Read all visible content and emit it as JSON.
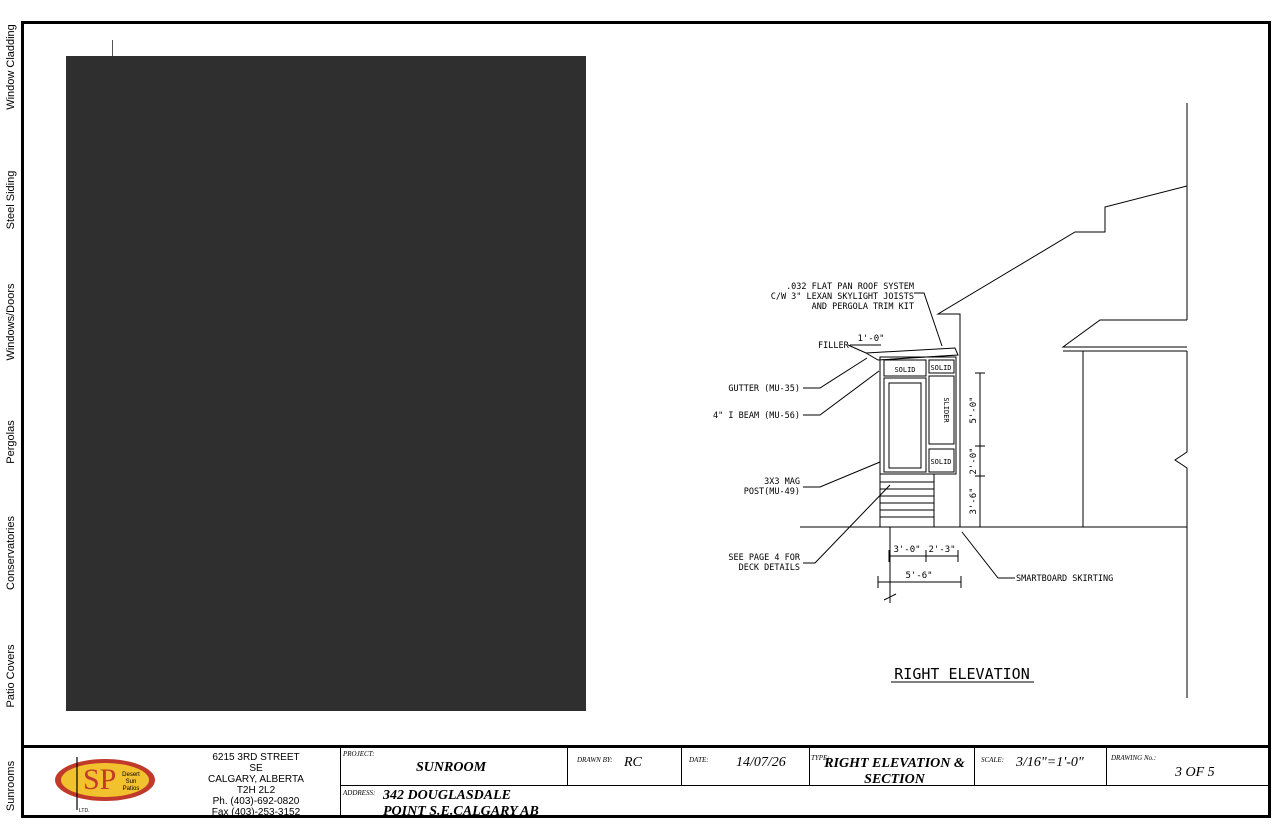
{
  "side_tabs": [
    {
      "label": "Window Cladding"
    },
    {
      "label": "Steel Siding"
    },
    {
      "label": "Windows/Doors"
    },
    {
      "label": "Pergolas"
    },
    {
      "label": "Conservatories"
    },
    {
      "label": "Patio Covers"
    },
    {
      "label": "Sunrooms"
    }
  ],
  "drawing": {
    "title": "RIGHT ELEVATION",
    "callouts": {
      "roof_line1": ".032  FLAT PAN ROOF SYSTEM",
      "roof_line2": "C/W 3\" LEXAN SKYLIGHT JOISTS",
      "roof_line3": "AND PERGOLA TRIM KIT",
      "filler": "FILLER",
      "gutter": "GUTTER (MU-35)",
      "beam": "4\" I BEAM (MU-56)",
      "post_line1": "3X3 MAG",
      "post_line2": "POST(MU-49)",
      "deck_line1": "SEE PAGE 4 FOR",
      "deck_line2": "DECK DETAILS",
      "skirting": "SMARTBOARD SKIRTING"
    },
    "panel_labels": {
      "solid_top_left": "SOLID",
      "solid_top_right": "SOLID",
      "slider": "SLIDER",
      "solid_bottom": "SOLID"
    },
    "dimensions": {
      "overhang": "1'-0\"",
      "upper": "5'-0\"",
      "middle": "2'-0\"",
      "lower": "3'-6\"",
      "deck_left": "3'-0\"",
      "deck_right": "2'-3\"",
      "total": "5'-6\""
    }
  },
  "title_block": {
    "logo": {
      "text_lines": [
        "Desert",
        "Sun",
        "Patios"
      ],
      "ltd": "LTD."
    },
    "company": {
      "address1": "6215 3RD STREET SE",
      "address2": "CALGARY, ALBERTA",
      "postal": "T2H 2L2",
      "phone": "Ph. (403)-692-0820",
      "fax": "Fax (403)-253-3152"
    },
    "project_label": "PROJECT:",
    "project": "SUNROOM",
    "address_label": "ADDRESS:",
    "address_line1": "342 DOUGLASDALE",
    "address_line2": "POINT S.E.CALGARY AB",
    "drawn_by_label": "DRAWN BY:",
    "drawn_by": "RC",
    "date_label": "DATE:",
    "date": "14/07/26",
    "type_label": "TYPE:",
    "type_line1": "RIGHT ELEVATION &",
    "type_line2": "SECTION",
    "scale_label": "SCALE:",
    "scale": "3/16\"=1'-0\"",
    "drawing_no_label": "DRAWING No.:",
    "drawing_no": "3 OF 5"
  },
  "colors": {
    "ink": "#000000",
    "panel": "#2f2f2f",
    "logo_red": "#c0392b",
    "logo_yellow": "#f2c12e"
  }
}
